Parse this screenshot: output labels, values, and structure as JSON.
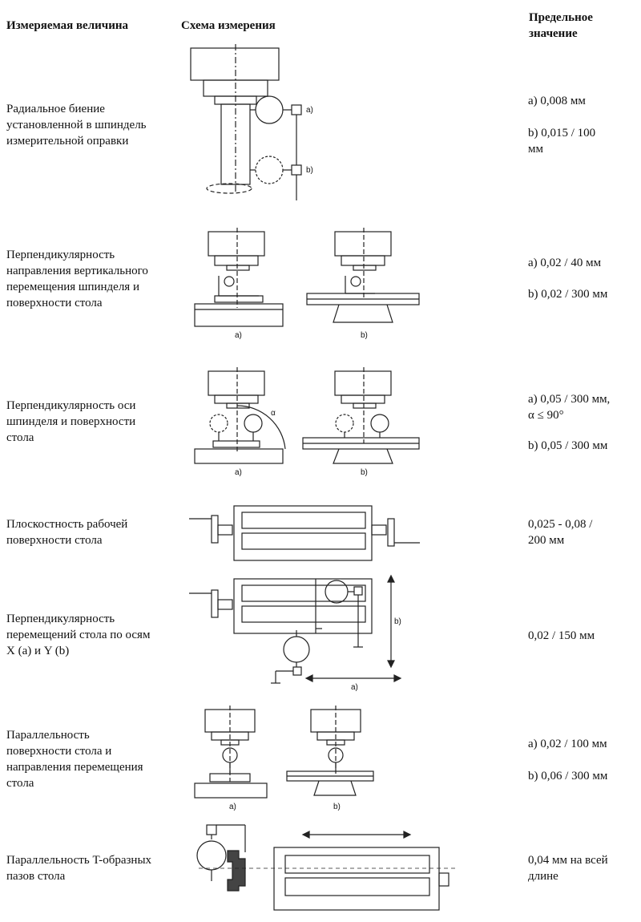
{
  "header": {
    "col_quantity": "Измеряемая величина",
    "col_scheme": "Схема измерения",
    "col_limit": "Предельное\nзначение"
  },
  "rows": [
    {
      "label": "Радиальное биение\nустановленной в шпиндель\nизмерительной оправки",
      "limits": [
        "a) 0,008 мм",
        "b) 0,015 / 100\nмм"
      ],
      "diagram_labels": [
        "a)",
        "b)"
      ]
    },
    {
      "label": "Перпендикулярность\nнаправления вертикального\nперемещения шпинделя и\nповерхности стола",
      "limits": [
        "a) 0,02 / 40 мм",
        "b) 0,02 / 300 мм"
      ],
      "diagram_labels": [
        "a)",
        "b)"
      ]
    },
    {
      "label": "Перпендикулярность оси\nшпинделя и поверхности\nстола",
      "limits": [
        "a) 0,05 / 300 мм,\nα ≤ 90°",
        "b) 0,05 / 300 мм"
      ],
      "diagram_labels": [
        "a)",
        "b)",
        "α"
      ]
    },
    {
      "label": "Плоскостность рабочей\nповерхности стола",
      "limits": [
        "0,025 - 0,08 /\n200 мм"
      ],
      "diagram_labels": []
    },
    {
      "label": "Перпендикулярность\nперемещений стола по осям\nX (a) и Y (b)",
      "limits": [
        "0,02 / 150 мм"
      ],
      "diagram_labels": [
        "a)",
        "b)"
      ]
    },
    {
      "label": "Параллельность\nповерхности стола и\nнаправления перемещения\nстола",
      "limits": [
        "a) 0,02 / 100 мм",
        "b) 0,06 / 300 мм"
      ],
      "diagram_labels": [
        "a)",
        "b)"
      ]
    },
    {
      "label": "Параллельность T-образных\nпазов стола",
      "limits": [
        "0,04 мм на всей\nдлине"
      ],
      "diagram_labels": []
    }
  ]
}
